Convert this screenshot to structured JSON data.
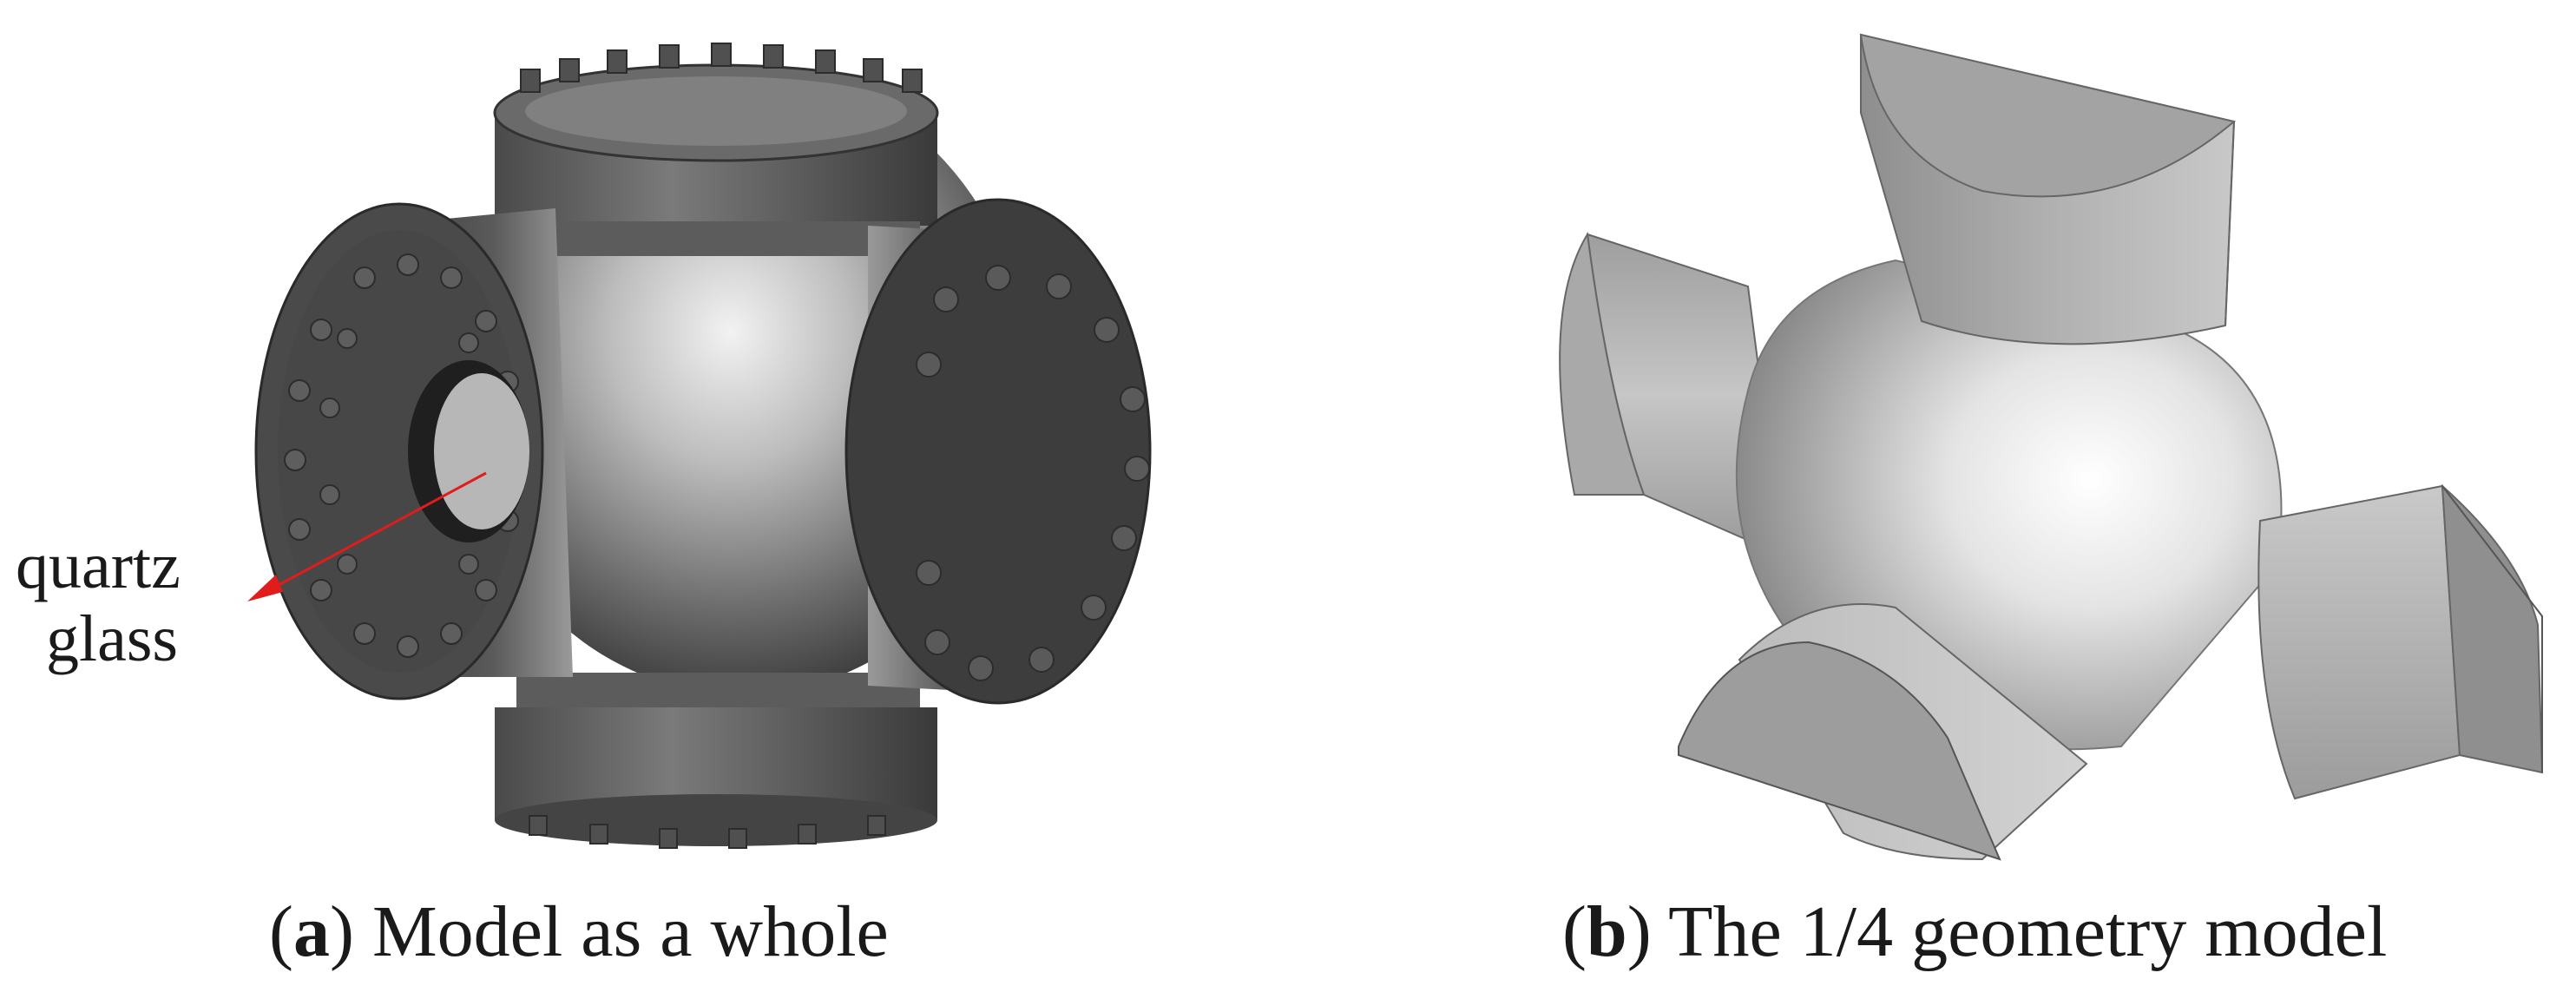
{
  "panel_a": {
    "caption_letter": "a",
    "caption_text": "Model as a whole",
    "callout": {
      "line1": "quartz",
      "line2": "glass"
    }
  },
  "panel_b": {
    "caption_letter": "b",
    "caption_text": "The 1/4 geometry model"
  },
  "colors": {
    "dark_metal": "#3f3f3f",
    "mid_metal": "#6e6e6e",
    "light_metal": "#c8c8c8",
    "arrow": "#e01c1c"
  }
}
